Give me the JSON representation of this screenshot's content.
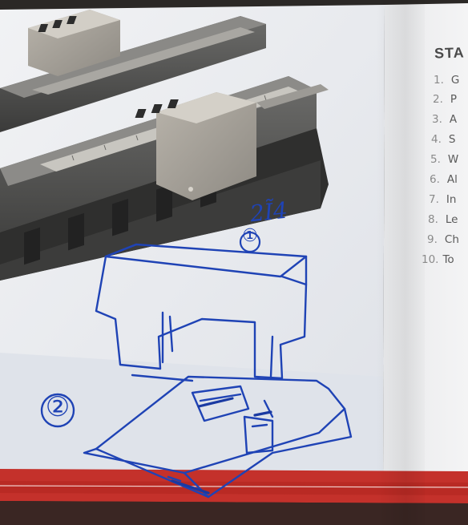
{
  "brochure": {
    "heading": "STA",
    "list": [
      {
        "num": "1.",
        "text": "G"
      },
      {
        "num": "2.",
        "text": "P"
      },
      {
        "num": "3.",
        "text": "A"
      },
      {
        "num": "4.",
        "text": "S"
      },
      {
        "num": "5.",
        "text": "W"
      },
      {
        "num": "6.",
        "text": "Al"
      },
      {
        "num": "7.",
        "text": "In"
      },
      {
        "num": "8.",
        "text": "Le"
      },
      {
        "num": "9.",
        "text": "Ch"
      },
      {
        "num": "10.",
        "text": "To"
      }
    ]
  },
  "sketch": {
    "label_one": "①",
    "label_two": "②",
    "note": "2Ĩ4"
  },
  "colors": {
    "ink": "#1f43b5",
    "paper": "#e8eaee",
    "red_band": "#c4312b",
    "machine_frame": "#4a4a4a"
  }
}
